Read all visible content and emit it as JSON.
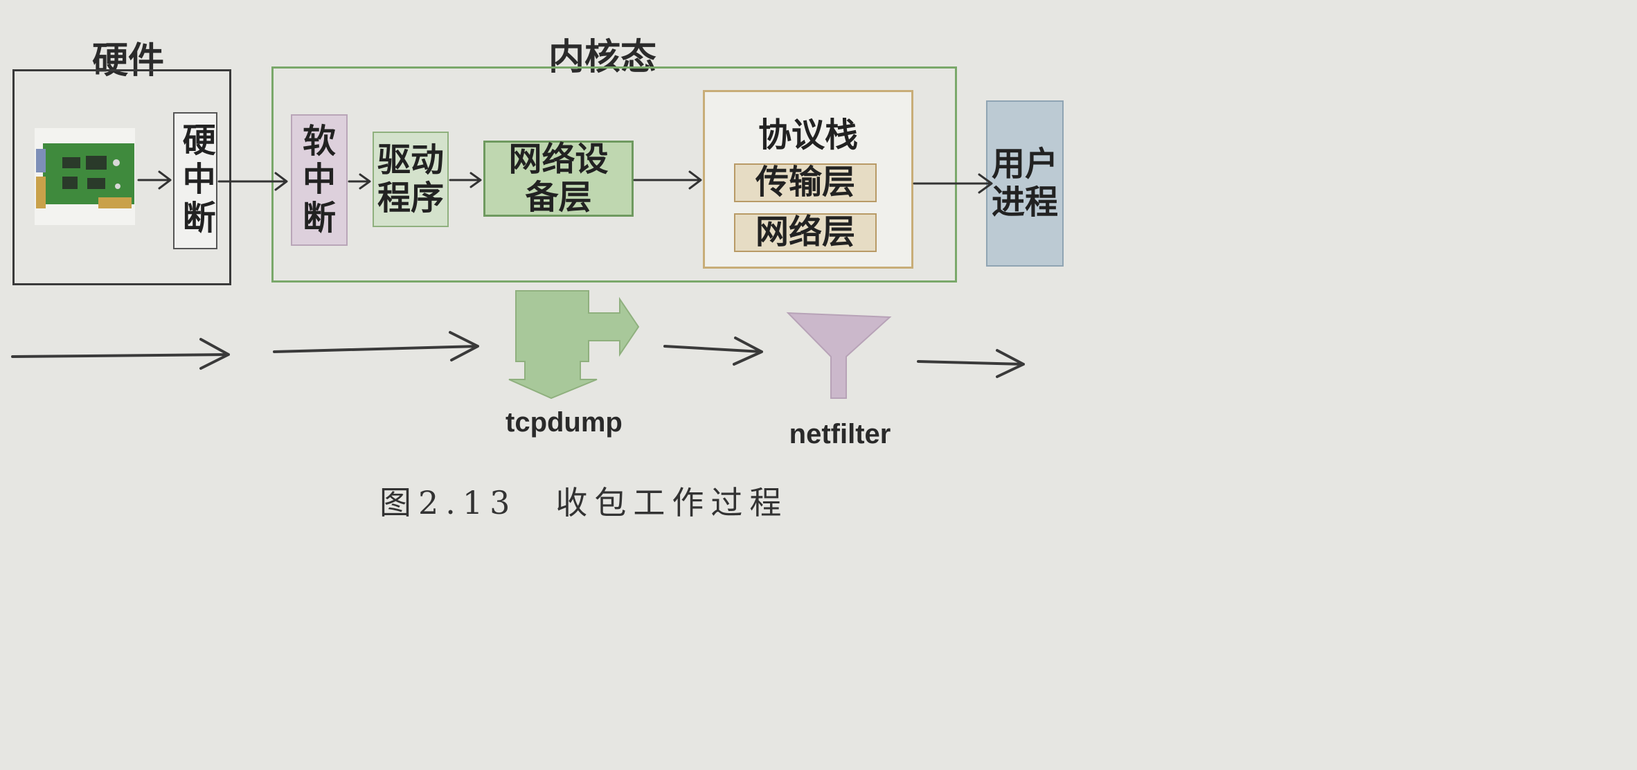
{
  "sections": {
    "hardware_title": "硬件",
    "kernel_title": "内核态"
  },
  "hardware": {
    "nic_image": "network-card",
    "hard_interrupt": "硬中断"
  },
  "kernel": {
    "soft_interrupt": "软中断",
    "driver": "驱动程序",
    "net_device_layer": "网络设备层",
    "protocol_stack": {
      "title": "协议栈",
      "transport_layer": "传输层",
      "network_layer": "网络层"
    }
  },
  "user_process": "用户进程",
  "bottom_flow": {
    "tcpdump_label": "tcpdump",
    "netfilter_label": "netfilter"
  },
  "caption": "图2.13　收包工作过程",
  "colors": {
    "hardware_border": "#3a3a3a",
    "kernel_border": "#7aa86a",
    "soft_irq_fill": "#ddd0dc",
    "driver_fill": "#d4e2cc",
    "netdev_fill": "#bfd7b0",
    "stack_border": "#c8ad78",
    "stack_inner_fill": "#e6dcc4",
    "user_fill": "#bccad3",
    "tcpdump_fill": "#a8c89a",
    "netfilter_fill": "#cbb8cb"
  }
}
